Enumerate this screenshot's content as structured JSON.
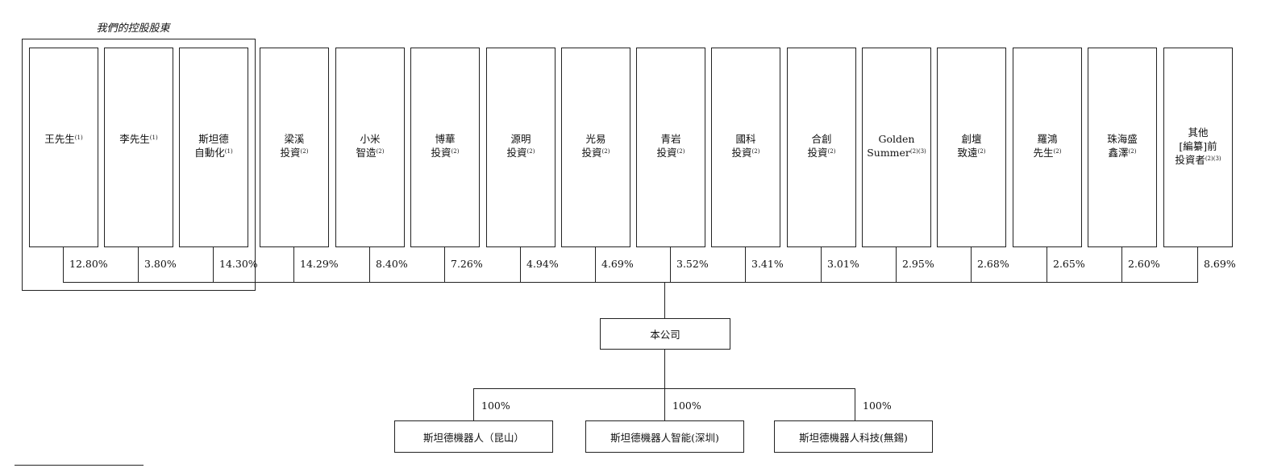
{
  "group_title": "我們的控股股東",
  "shareholders": [
    {
      "lines": [
        "王先生"
      ],
      "note": "(1)",
      "percent": "12.80%"
    },
    {
      "lines": [
        "李先生"
      ],
      "note": "(1)",
      "percent": "3.80%"
    },
    {
      "lines": [
        "斯坦德",
        "自動化"
      ],
      "note": "(1)",
      "percent": "14.30%"
    },
    {
      "lines": [
        "梁溪",
        "投資"
      ],
      "note": "(2)",
      "percent": "14.29%"
    },
    {
      "lines": [
        "小米",
        "智造"
      ],
      "note": "(2)",
      "percent": "8.40%"
    },
    {
      "lines": [
        "博華",
        "投資"
      ],
      "note": "(2)",
      "percent": "7.26%"
    },
    {
      "lines": [
        "源明",
        "投資"
      ],
      "note": "(2)",
      "percent": "4.94%"
    },
    {
      "lines": [
        "光易",
        "投資"
      ],
      "note": "(2)",
      "percent": "4.69%"
    },
    {
      "lines": [
        "青岩",
        "投資"
      ],
      "note": "(2)",
      "percent": "3.52%"
    },
    {
      "lines": [
        "國科",
        "投資"
      ],
      "note": "(2)",
      "percent": "3.41%"
    },
    {
      "lines": [
        "合創",
        "投資"
      ],
      "note": "(2)",
      "percent": "3.01%"
    },
    {
      "lines": [
        "Golden",
        "Summer"
      ],
      "note": "(2)(3)",
      "percent": "2.95%"
    },
    {
      "lines": [
        "創壇",
        "致遠"
      ],
      "note": "(2)",
      "percent": "2.68%"
    },
    {
      "lines": [
        "羅鴻",
        "先生"
      ],
      "note": "(2)",
      "percent": "2.65%"
    },
    {
      "lines": [
        "珠海盛",
        "鑫澤"
      ],
      "note": "(2)",
      "percent": "2.60%"
    },
    {
      "lines": [
        "其他",
        "[編纂]前",
        "投資者"
      ],
      "note": "(2)(3)",
      "percent": "8.69%"
    }
  ],
  "company": "本公司",
  "subsidiaries": [
    {
      "name": "斯坦德機器人（昆山）",
      "percent": "100%"
    },
    {
      "name": "斯坦德機器人智能(深圳)",
      "percent": "100%"
    },
    {
      "name": "斯坦德機器人科技(無錫)",
      "percent": "100%"
    }
  ]
}
